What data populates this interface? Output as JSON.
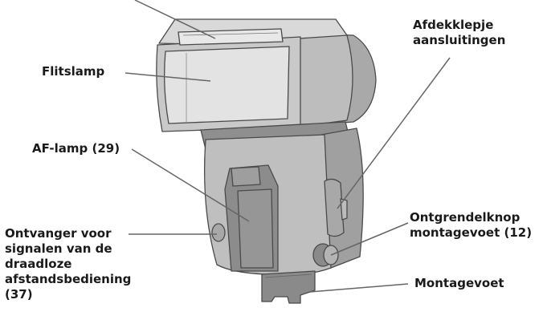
{
  "labels": {
    "flitslamp": [
      "Flitslamp"
    ],
    "af_lamp": [
      "AF-lamp (29)"
    ],
    "ontvanger": [
      "Ontvanger voor",
      "signalen van de",
      "draadloze",
      "afstandsbediening",
      "(37)"
    ],
    "afdekklepje": [
      "Afdekklepje",
      "aansluitingen"
    ],
    "ontgrendelknop": [
      "Ontgrendelknop",
      "montagevoet (12)"
    ],
    "montagevoet": [
      "Montagevoet"
    ]
  }
}
